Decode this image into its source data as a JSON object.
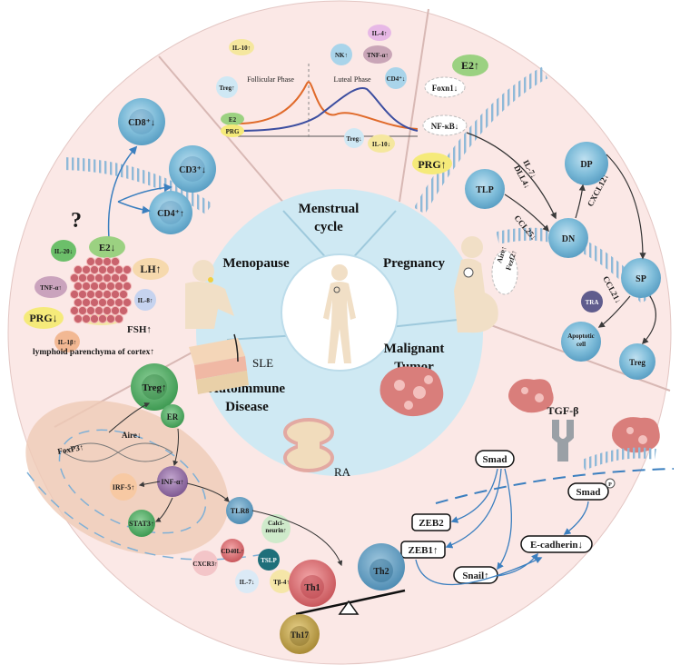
{
  "sections": {
    "menstrual": "Menstrual\ncycle",
    "menopause": "Menopause",
    "pregnancy": "Pregnancy",
    "tumor": "Malignant\nTumor",
    "autoimmune": "Autoimmune\nDisease"
  },
  "disease_tags": {
    "sle": "SLE",
    "ra": "RA"
  },
  "menopause": {
    "question": "?",
    "e2": "E2↓",
    "lh": "LH↑",
    "fsh": "FSH↑",
    "prg": "PRG↓",
    "il20": "IL-20↓",
    "tnfa": "TNF-α↑",
    "il8": "IL-8↑",
    "il1b": "IL-1β↑",
    "cd8": "CD8⁺↓",
    "cd3": "CD3⁺↓",
    "cd4": "CD4⁺↑",
    "caption": "lymphoid parenchyma of cortex↑"
  },
  "menstrual": {
    "follicular": "Follicular Phase",
    "luteal": "Luteal Phase",
    "e2": "E2",
    "prg": "PRG",
    "il10_up": "IL-10↑",
    "treg_up": "Treg↑",
    "nk": "NK↑",
    "il4": "IL-4↑",
    "tnfa": "TNF-α↑",
    "cd4": "CD4⁺↓",
    "treg_down": "Treg↓",
    "il10_down": "IL-10↓"
  },
  "pregnancy": {
    "e2": "E2↑",
    "foxn1": "Foxn1↓",
    "nfkb": "NF-κB↓",
    "prg": "PRG↑",
    "il7": "IL-7↓",
    "dll4": "DLL4↓",
    "tlp": "TLP",
    "dp": "DP",
    "dn": "DN",
    "sp": "SP",
    "ccl25": "CCL25↓",
    "cxcl12": "CXCL12↓",
    "ccl21": "CCL21↓",
    "aire": "Aire↑",
    "fezf2": "Fezf2↑",
    "tra": "TRA",
    "apoptotic": "Apoptotic\ncell",
    "treg": "Treg"
  },
  "tumor": {
    "tgfb": "TGF-β",
    "smad": "Smad",
    "smad_p": "Smad",
    "phos": "P",
    "zeb2": "ZEB2",
    "zeb1": "ZEB1↑",
    "snail": "Snail↑",
    "ecad": "E-cadherin↓"
  },
  "autoimmune": {
    "treg": "Treg↑",
    "er": "ER",
    "aire": "Aire↓",
    "foxp3": "FoxP3↑",
    "irf5": "IRF-5↑",
    "ifna": "INF-α↑",
    "stat3": "STAT3↑",
    "tlr8": "TLR8",
    "cxcr3": "CXCR3↑",
    "cd40l": "CD40L↑",
    "calcineurin": "Calci-\nneurin↑",
    "tslp": "TSLP",
    "il7": "IL-7↓",
    "tb4": "Tβ-4↑",
    "th1": "Th1",
    "th2": "Th2",
    "th17": "Th17"
  }
}
